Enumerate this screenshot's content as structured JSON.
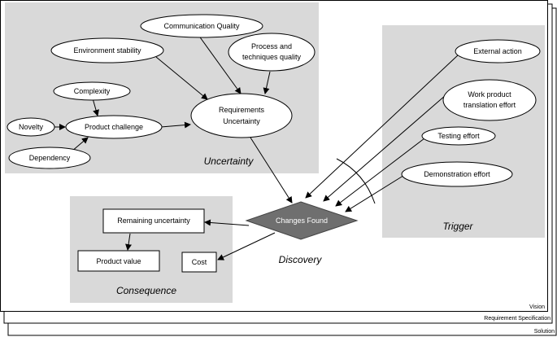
{
  "sheets": {
    "vision": "Vision",
    "requirement_specification": "Requirement Specification",
    "solution": "Solution"
  },
  "regions": {
    "uncertainty": "Uncertainty",
    "trigger": "Trigger",
    "consequence": "Consequence",
    "discovery": "Discovery"
  },
  "nodes": {
    "communication_quality": "Communication Quality",
    "environment_stability": "Environment stability",
    "process_techniques_quality_line1": "Process and",
    "process_techniques_quality_line2": "techniques quality",
    "complexity": "Complexity",
    "novelty": "Novelty",
    "product_challenge": "Product challenge",
    "dependency": "Dependency",
    "requirements_uncertainty_line1": "Requirements",
    "requirements_uncertainty_line2": "Uncertainty",
    "external_action": "External action",
    "work_product_translation_effort_line1": "Work product",
    "work_product_translation_effort_line2": "translation effort",
    "testing_effort": "Testing effort",
    "demonstration_effort": "Demonstration effort",
    "changes_found": "Changes Found",
    "remaining_uncertainty": "Remaining uncertainty",
    "product_value": "Product value",
    "cost": "Cost"
  },
  "colors": {
    "region_fill": "#d9d9d9",
    "diamond_fill": "#6f6f6f"
  }
}
